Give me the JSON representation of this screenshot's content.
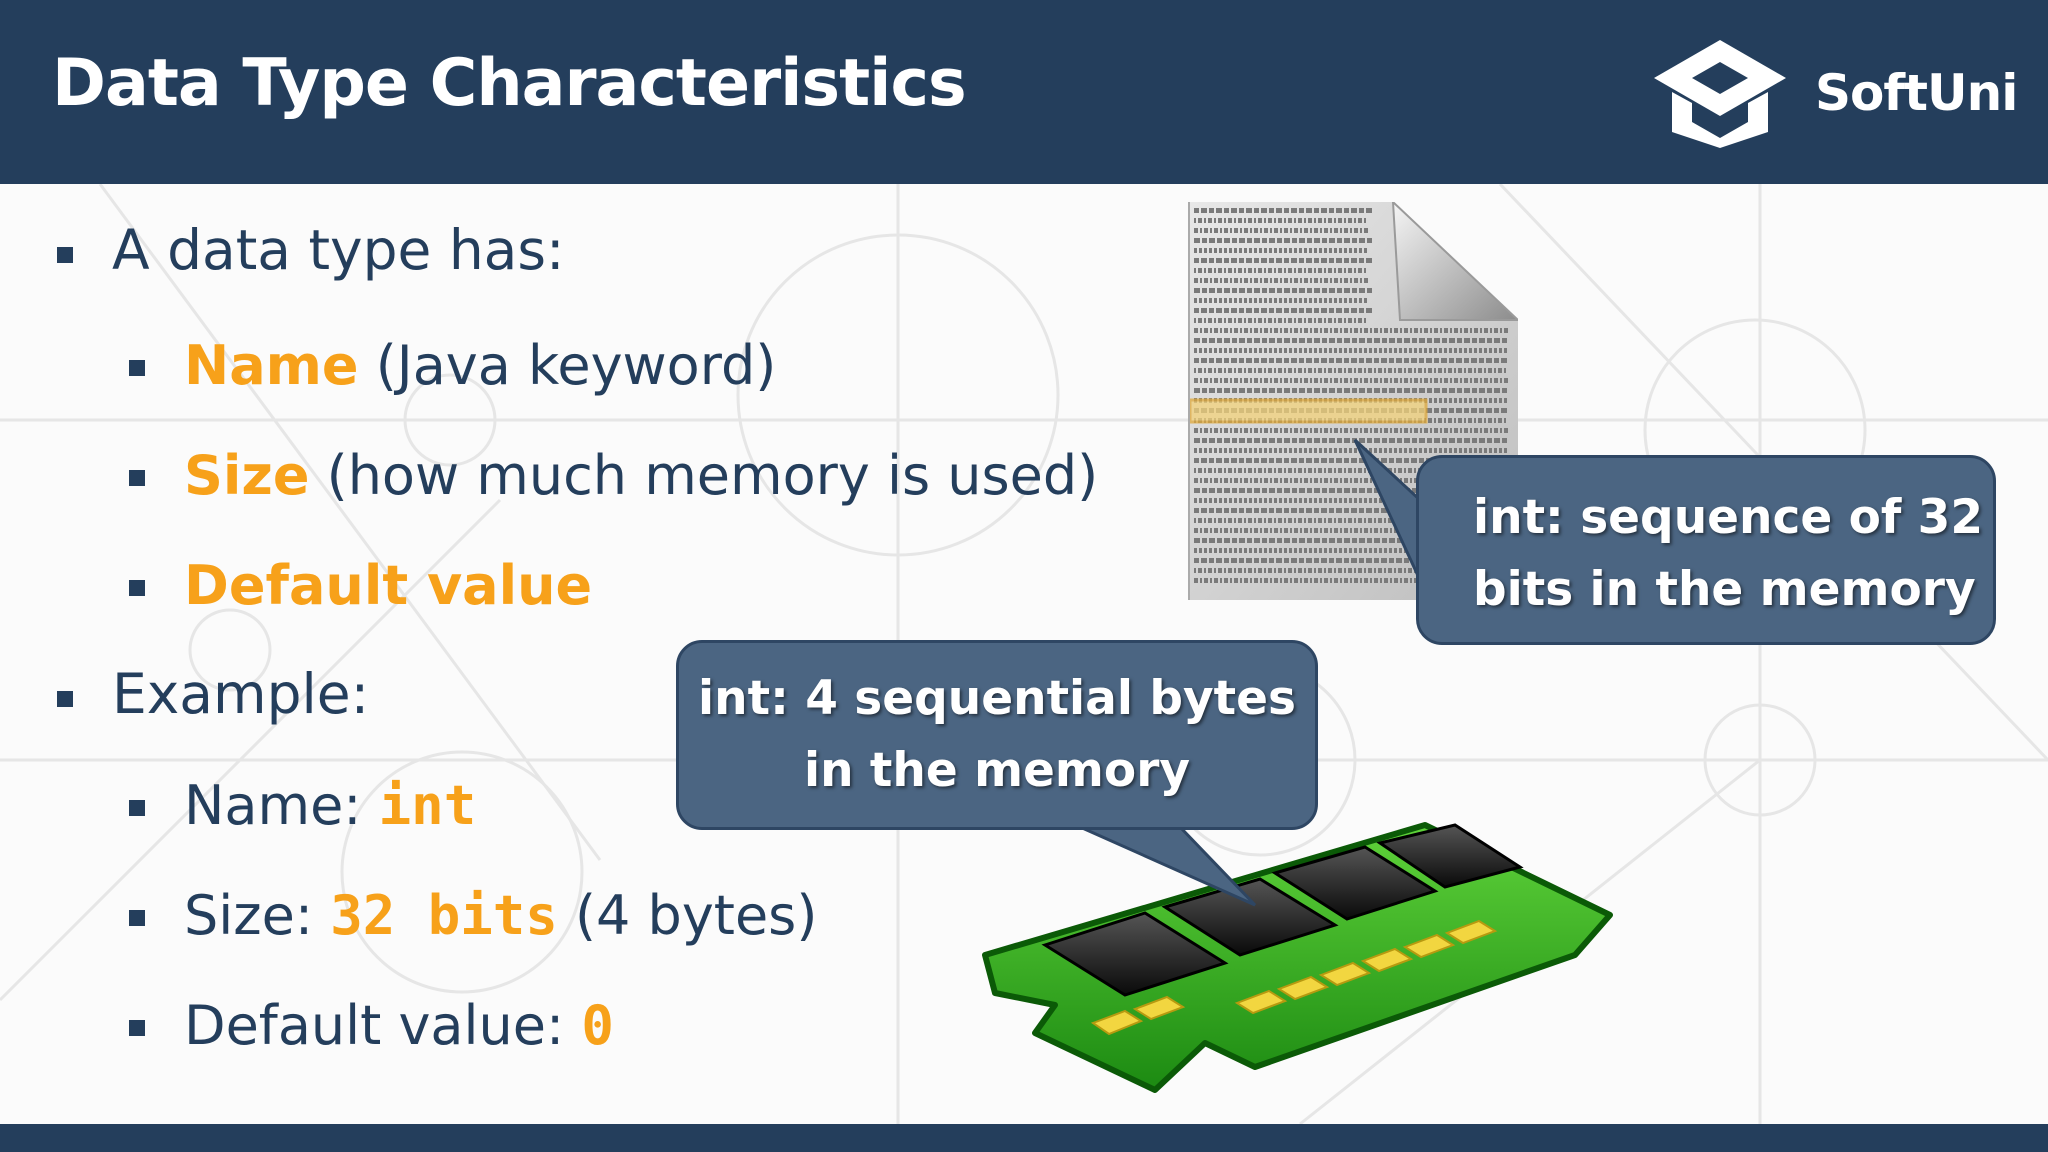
{
  "header": {
    "title": "Data Type Characteristics",
    "logo_text": "SoftUni",
    "logo_icon": "graduation-cap-icon"
  },
  "content": {
    "bullet1": "A data type has:",
    "name_label": "Name",
    "name_rest": " (Java keyword)",
    "size_label": "Size",
    "size_rest": " (how much memory is used)",
    "default_label": "Default value",
    "bullet2": "Example:",
    "ex_name_label": "Name: ",
    "ex_name_value": "int",
    "ex_size_label": "Size: ",
    "ex_size_value": "32 bits",
    "ex_size_rest": " (4 bytes)",
    "ex_default_label": "Default value: ",
    "ex_default_value": "0"
  },
  "callouts": {
    "bytes_line1": "int: 4 sequential bytes",
    "bytes_line2": "in the memory",
    "bits_line1": "int: sequence of 32",
    "bits_line2": "bits in the memory"
  },
  "images": {
    "binary_file": "binary-file-icon",
    "memory_module": "ram-module-icon"
  },
  "colors": {
    "header_bg": "#243e5c",
    "accent": "#f7a11a",
    "text": "#243e5c",
    "callout_bg": "#4b6582"
  }
}
